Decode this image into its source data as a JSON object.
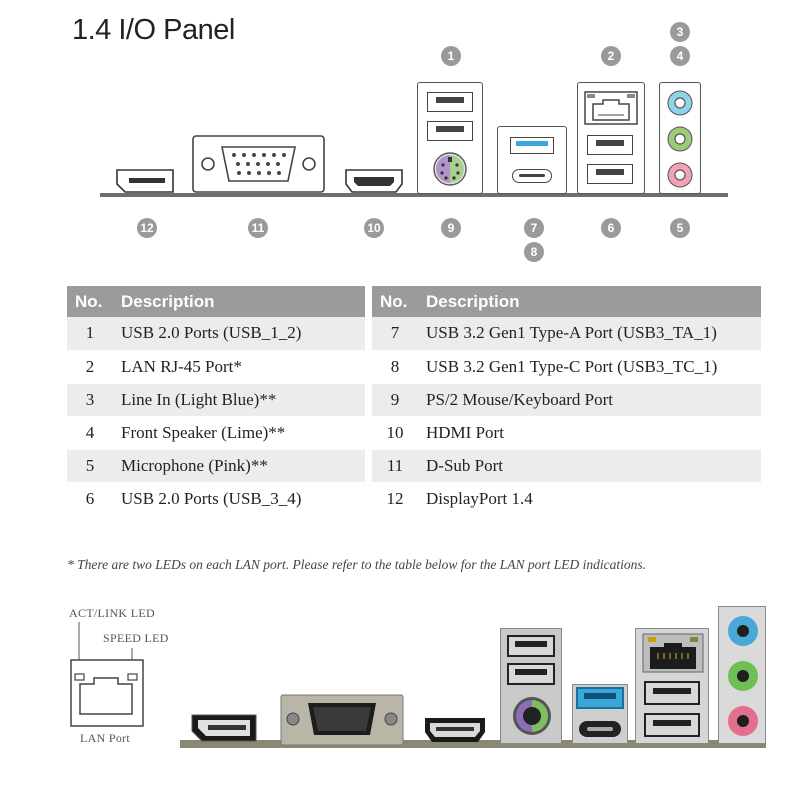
{
  "title": "1.4  I/O Panel",
  "callouts": {
    "c1": "1",
    "c2": "2",
    "c3": "3",
    "c4": "4",
    "c5": "5",
    "c6": "6",
    "c7": "7",
    "c8": "8",
    "c9": "9",
    "c10": "10",
    "c11": "11",
    "c12": "12"
  },
  "table": {
    "headers": {
      "no": "No.",
      "description": "Description"
    },
    "left": [
      {
        "no": "1",
        "desc": "USB 2.0 Ports (USB_1_2)"
      },
      {
        "no": "2",
        "desc": "LAN RJ-45 Port*"
      },
      {
        "no": "3",
        "desc": "Line In (Light Blue)**"
      },
      {
        "no": "4",
        "desc": "Front Speaker (Lime)**"
      },
      {
        "no": "5",
        "desc": "Microphone (Pink)**"
      },
      {
        "no": "6",
        "desc": "USB 2.0 Ports (USB_3_4)"
      }
    ],
    "right": [
      {
        "no": "7",
        "desc": "USB 3.2 Gen1 Type-A Port (USB3_TA_1)"
      },
      {
        "no": "8",
        "desc": "USB 3.2 Gen1 Type-C Port (USB3_TC_1)"
      },
      {
        "no": "9",
        "desc": "PS/2 Mouse/Keyboard Port"
      },
      {
        "no": "10",
        "desc": "HDMI Port"
      },
      {
        "no": "11",
        "desc": "D-Sub Port"
      },
      {
        "no": "12",
        "desc": "DisplayPort 1.4"
      }
    ]
  },
  "note": "* There are two LEDs on each LAN port. Please refer to the table below for the LAN port LED indications.",
  "lan_diagram": {
    "act_link_led": "ACT/LINK LED",
    "speed_led": "SPEED LED",
    "caption": "LAN Port"
  },
  "colors": {
    "header_bg": "#9b9b9b",
    "row_shade": "#ececec",
    "line_in": "#8fd3e8",
    "front_speaker": "#9ccc7a",
    "microphone": "#f2a3b3",
    "usb3_blue": "#3aa7d9",
    "callout_gray": "#9a9a9a"
  }
}
